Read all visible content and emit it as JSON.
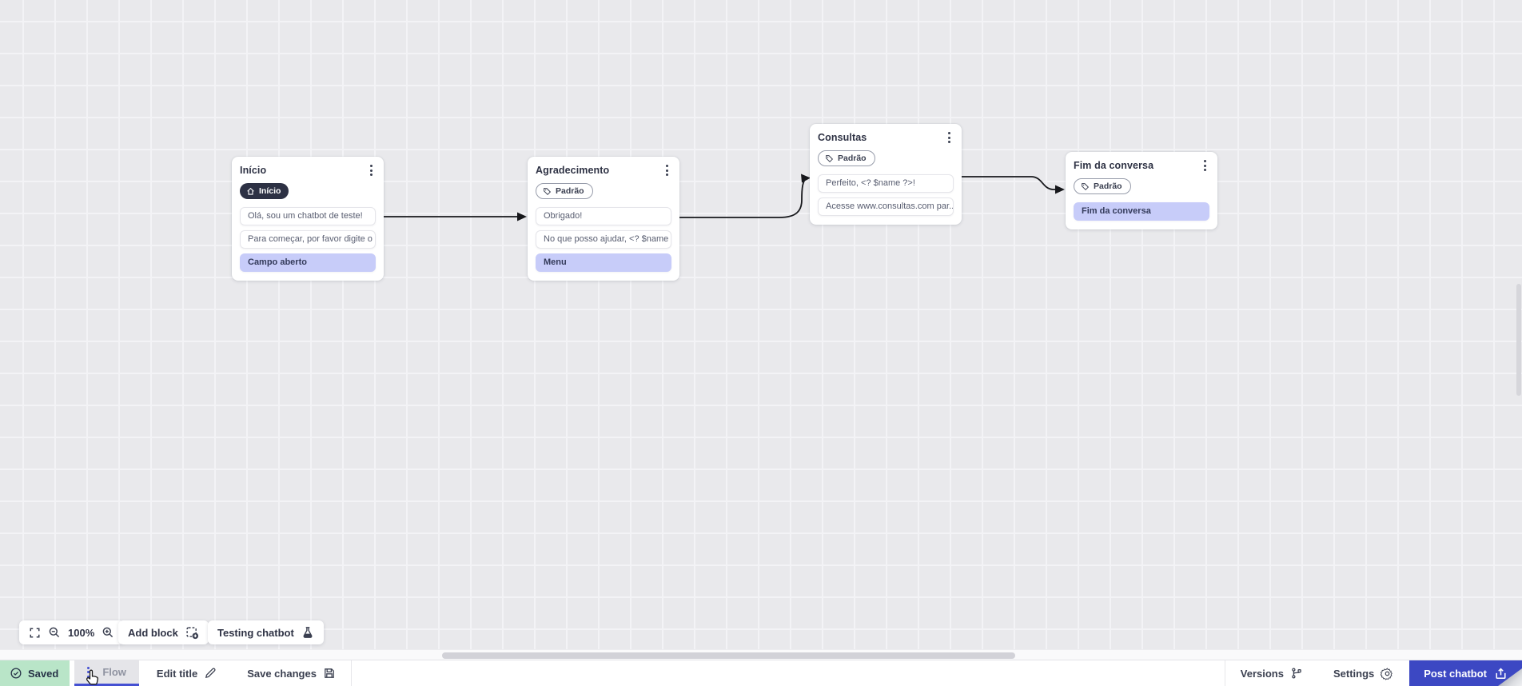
{
  "colors": {
    "accent": "#3c48c3",
    "tab_underline": "#4450d2",
    "lavender_row": "#c7ccf9",
    "saved_green": "#b9e5c8",
    "badge_dark": "#2d3144",
    "wire": "#17181c",
    "canvas_bg": "#e9e9ec"
  },
  "nodes": [
    {
      "title": "Início",
      "badge": {
        "label": "Início",
        "icon": "home-icon",
        "style": "dark"
      },
      "rows": [
        {
          "text": "Olá, sou um chatbot de teste!",
          "variant": "message"
        },
        {
          "text": "Para começar, por favor digite o ...",
          "variant": "message"
        },
        {
          "text": "Campo aberto",
          "variant": "input"
        }
      ]
    },
    {
      "title": "Agradecimento",
      "badge": {
        "label": "Padrão",
        "icon": "tag-icon",
        "style": "outline"
      },
      "rows": [
        {
          "text": "Obrigado!",
          "variant": "message"
        },
        {
          "text": "No que posso ajudar, <? $name ...",
          "variant": "message"
        },
        {
          "text": "Menu",
          "variant": "input"
        }
      ]
    },
    {
      "title": "Consultas",
      "badge": {
        "label": "Padrão",
        "icon": "tag-icon",
        "style": "outline"
      },
      "rows": [
        {
          "text": "Perfeito, <? $name ?>!",
          "variant": "message"
        },
        {
          "text": "Acesse www.consultas.com par...",
          "variant": "message"
        }
      ]
    },
    {
      "title": "Fim da conversa",
      "badge": {
        "label": "Padrão",
        "icon": "tag-icon",
        "style": "outline"
      },
      "rows": [
        {
          "text": "Fim da conversa",
          "variant": "input"
        }
      ]
    }
  ],
  "canvas_toolbar": {
    "zoom_level": "100%",
    "add_block_label": "Add block",
    "testing_label": "Testing chatbot"
  },
  "statusbar": {
    "saved_label": "Saved",
    "flow_tab_label": "Flow",
    "edit_title_label": "Edit title",
    "save_changes_label": "Save changes",
    "versions_label": "Versions",
    "settings_label": "Settings",
    "post_chatbot_label": "Post chatbot"
  }
}
